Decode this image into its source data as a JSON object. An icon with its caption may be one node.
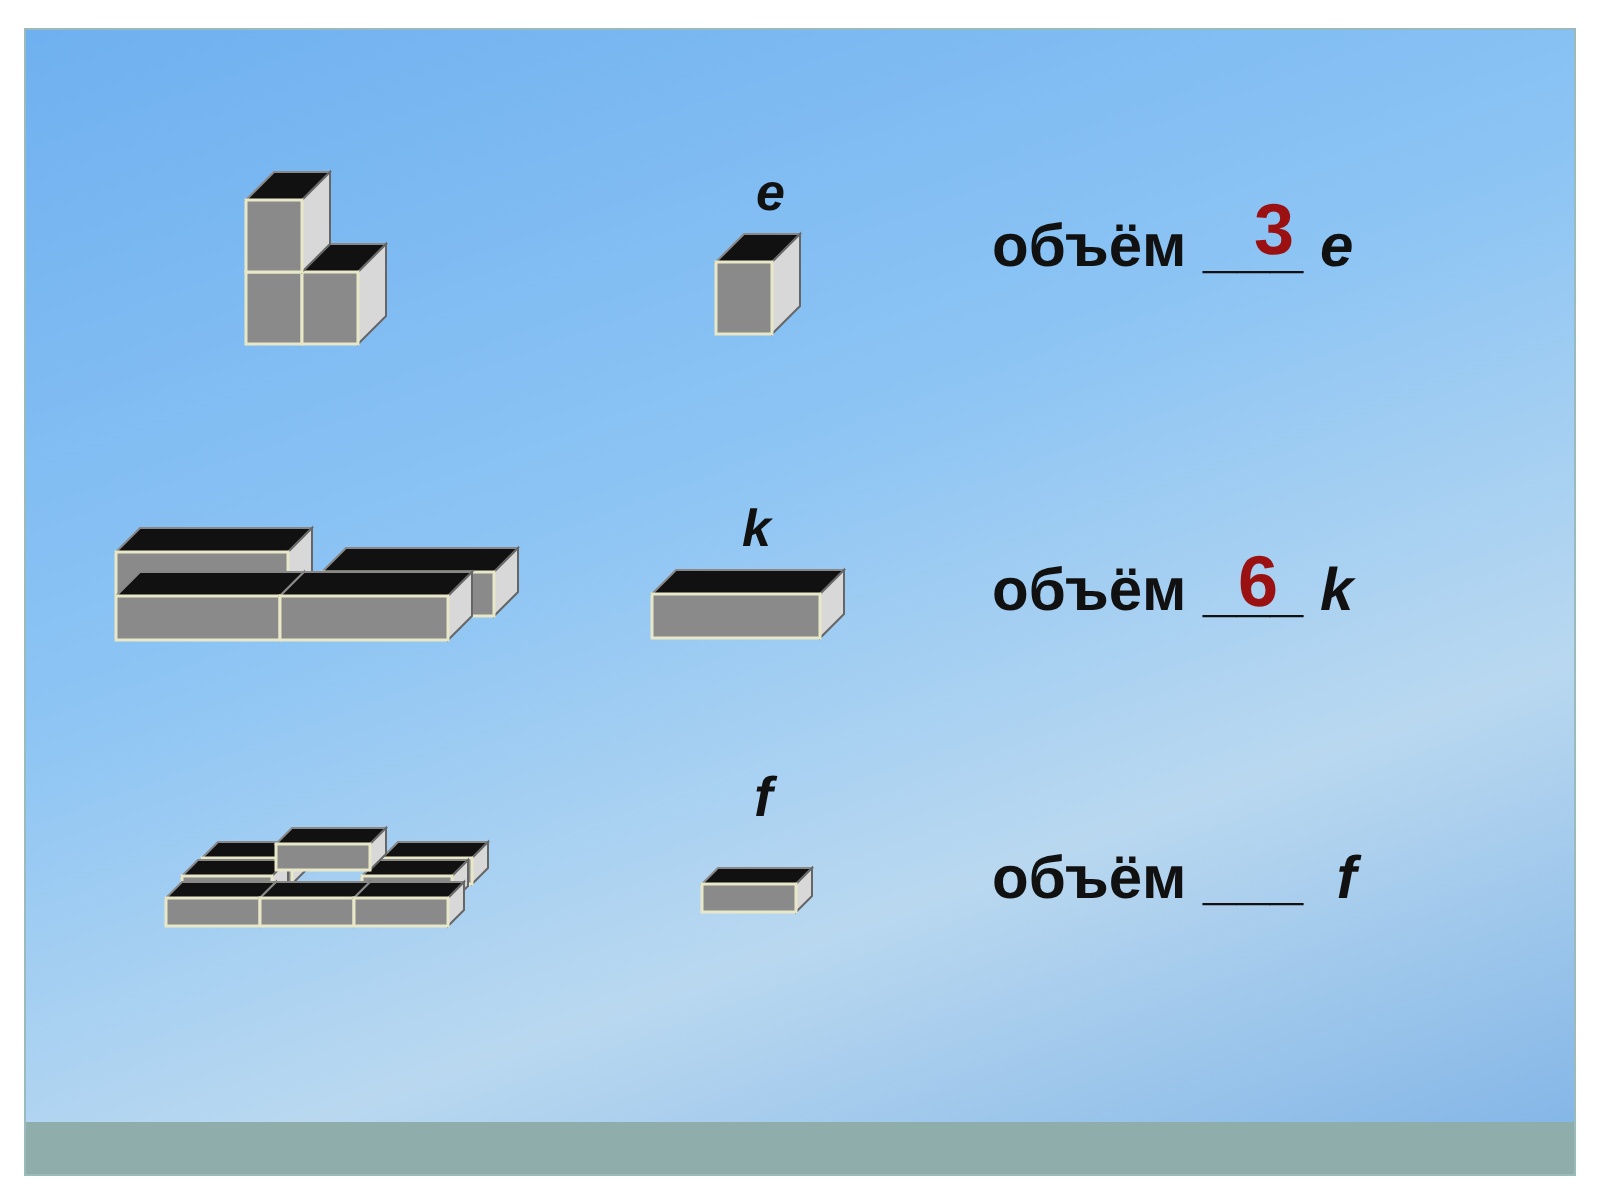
{
  "diagram": {
    "labels": [
      "e",
      "объём ___ *e*",
      "3",
      "k",
      "объём ___ *k*",
      "6",
      "f",
      "объём ___  *f*"
    ]
  }
}
